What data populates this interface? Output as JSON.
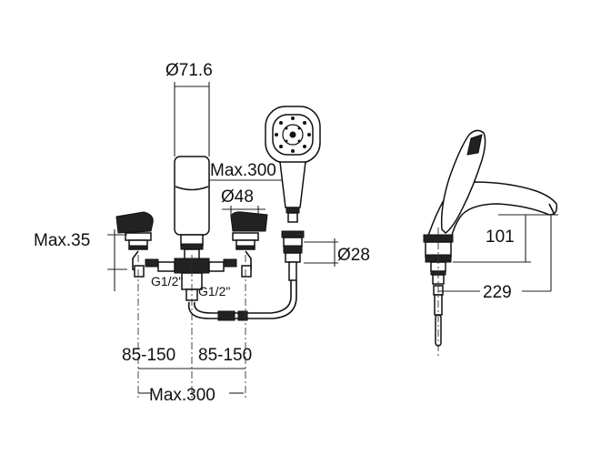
{
  "dimensions": {
    "spout_diameter": "Ø71.6",
    "max_height": "Max.300",
    "handle_diameter": "Ø48",
    "max_deck": "Max.35",
    "hose_diameter": "Ø28",
    "thread_left": "G1/2\"",
    "thread_right": "G1/2\"",
    "spacing_left": "85-150",
    "spacing_right": "85-150",
    "max_width": "Max.300",
    "spout_height": "101",
    "spout_reach": "229"
  },
  "colors": {
    "ink": "#111111",
    "background": "#ffffff"
  }
}
